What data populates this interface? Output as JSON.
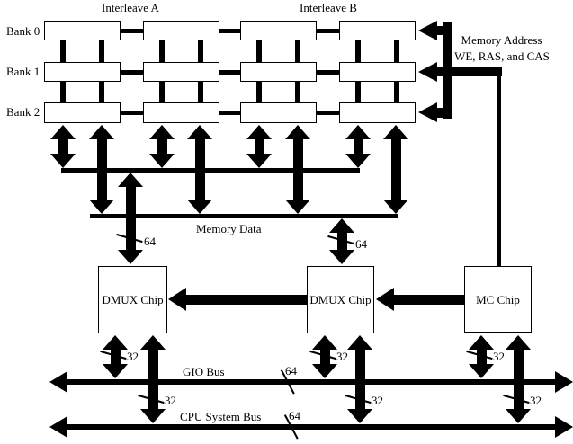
{
  "diagram": {
    "interleaves": [
      "Interleave A",
      "Interleave B"
    ],
    "banks": [
      "Bank 0",
      "Bank 1",
      "Bank 2"
    ],
    "address_lines": [
      "Memory Address",
      "WE, RAS, and CAS"
    ],
    "memory_data_label": "Memory Data",
    "chips": [
      "DMUX Chip",
      "DMUX Chip",
      "MC Chip"
    ],
    "buses": [
      "GIO Bus",
      "CPU System Bus"
    ],
    "width_64": "64",
    "width_32": "32",
    "colors": {
      "ink": "#000000",
      "background": "#ffffff"
    }
  }
}
